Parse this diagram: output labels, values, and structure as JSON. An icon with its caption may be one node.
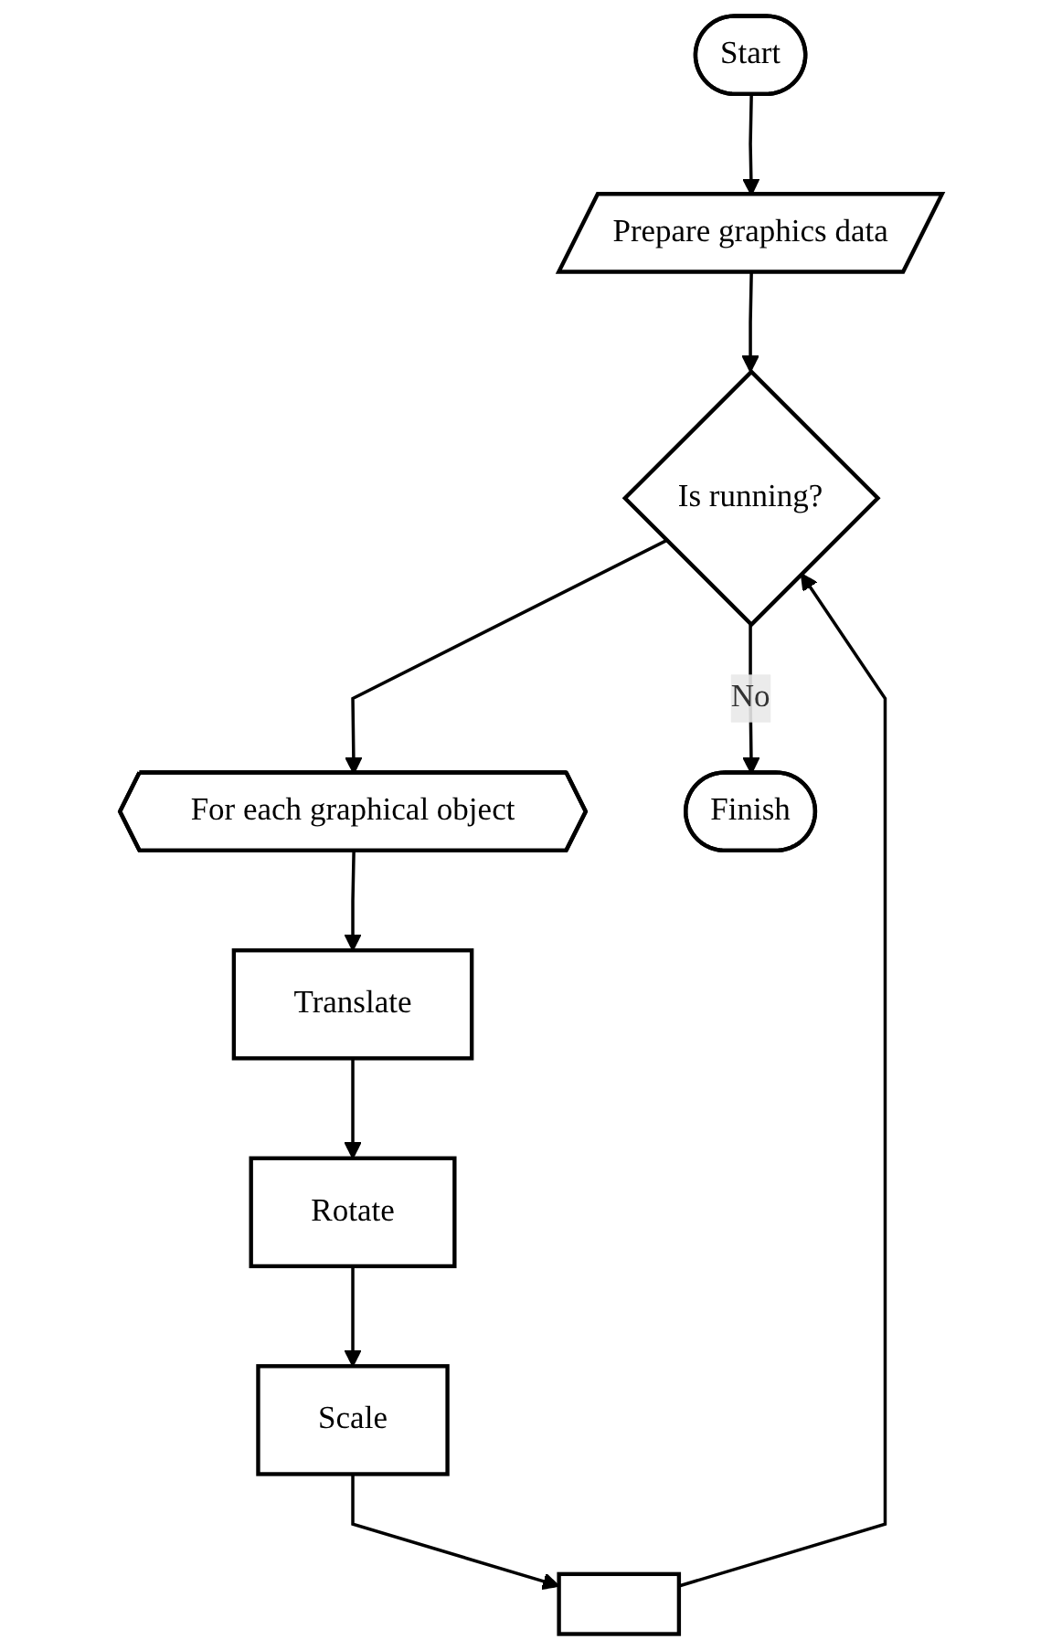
{
  "diagram": {
    "nodes": [
      {
        "text": [
          "Start"
        ]
      },
      {
        "text": [
          "Prepare graphics data"
        ]
      },
      {
        "text": [
          "Is running?"
        ]
      },
      {
        "text": [
          "For each graphical object"
        ]
      },
      {
        "text": [
          "Translate"
        ]
      },
      {
        "text": [
          "Rotate"
        ]
      },
      {
        "text": [
          "Scale"
        ]
      },
      {
        "text": [],
        "shape": "box"
      },
      {
        "text": [
          "Finish"
        ]
      }
    ],
    "edges": [
      {
        "from": 0,
        "to": 1,
        "arrow": "to"
      },
      {
        "from": 1,
        "to": 2,
        "arrow": "to"
      },
      {
        "from": 2,
        "to": 3,
        "arrow": "to"
      },
      {
        "from": 3,
        "to": 4,
        "arrow": "to"
      },
      {
        "from": 4,
        "to": 5,
        "arrow": "to"
      },
      {
        "from": 5,
        "to": 6,
        "arrow": "to"
      },
      {
        "from": 6,
        "to": 7,
        "arrow": "to"
      },
      {
        "from": 7,
        "to": 2,
        "arrow": "to"
      },
      {
        "from": 2,
        "to": 8,
        "label": "No",
        "arrow": "to"
      }
    ]
  }
}
